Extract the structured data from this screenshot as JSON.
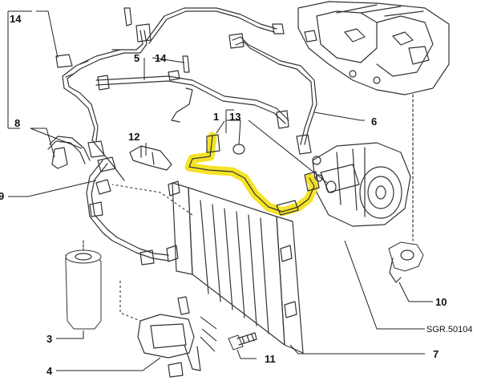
{
  "diagram": {
    "reference_code": "SGR.50104",
    "highlight_color": "#f3e21a",
    "callouts": [
      {
        "id": "c14a",
        "label": "14"
      },
      {
        "id": "c5",
        "label": "5"
      },
      {
        "id": "c14b",
        "label": "14"
      },
      {
        "id": "c8",
        "label": "8"
      },
      {
        "id": "c9",
        "label": "9"
      },
      {
        "id": "c12",
        "label": "12"
      },
      {
        "id": "c1",
        "label": "1"
      },
      {
        "id": "c13",
        "label": "13"
      },
      {
        "id": "c6",
        "label": "6"
      },
      {
        "id": "c10",
        "label": "10"
      },
      {
        "id": "c3",
        "label": "3"
      },
      {
        "id": "c4",
        "label": "4"
      },
      {
        "id": "c11",
        "label": "11"
      },
      {
        "id": "c7",
        "label": "7"
      }
    ]
  }
}
